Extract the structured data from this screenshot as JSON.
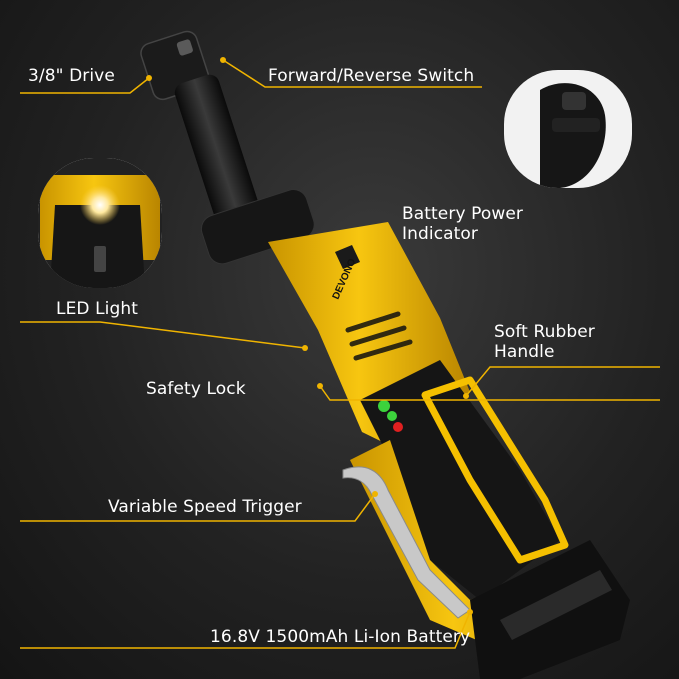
{
  "labels": {
    "drive": "3/8\" Drive",
    "switch": "Forward/Reverse Switch",
    "indicator": "Battery Power Indicator",
    "led": "LED Light",
    "handle": "Soft Rubber Handle",
    "safety": "Safety Lock",
    "trigger": "Variable Speed Trigger",
    "battery": "16.8V 1500mAh Li-Ion Battery"
  },
  "brand": "DEVONO",
  "colors": {
    "accent": "#f0b400",
    "tool_yellow": "#f5c000",
    "rubber": "#1a1a1a",
    "background": "#1e1e1e",
    "indicator_green": "#3cd23c",
    "indicator_red": "#e02020"
  }
}
